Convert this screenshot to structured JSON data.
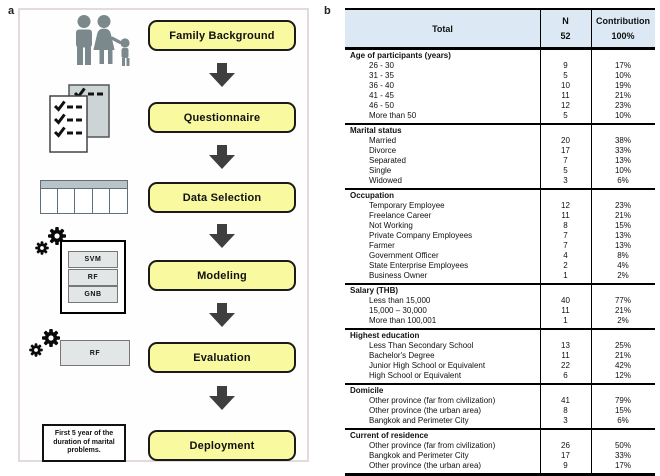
{
  "panels": {
    "a_label": "a",
    "b_label": "b"
  },
  "flowchart": {
    "steps": [
      "Family Background",
      "Questionnaire",
      "Data Selection",
      "Modeling",
      "Evaluation",
      "Deployment"
    ],
    "modeling_models": [
      "SVM",
      "RF",
      "GNB"
    ],
    "evaluation_model": "RF",
    "deployment_note": "First 5 year of the duration of marital problems.",
    "icon_names": [
      "family-icon",
      "questionnaire-checklist-icon",
      "data-table-icon",
      "gears-icon",
      "gears-icon",
      "note-box"
    ]
  },
  "table": {
    "header": {
      "total_label": "Total",
      "n_label": "N",
      "n_value": "52",
      "contribution_label": "Contribution",
      "contribution_value": "100%"
    },
    "sections": [
      {
        "title": "Age of participants (years)",
        "rows": [
          [
            "26 - 30",
            "9",
            "17%"
          ],
          [
            "31 - 35",
            "5",
            "10%"
          ],
          [
            "36 - 40",
            "10",
            "19%"
          ],
          [
            "41 - 45",
            "11",
            "21%"
          ],
          [
            "46 - 50",
            "12",
            "23%"
          ],
          [
            "More than 50",
            "5",
            "10%"
          ]
        ]
      },
      {
        "title": "Marital status",
        "rows": [
          [
            "Married",
            "20",
            "38%"
          ],
          [
            "Divorce",
            "17",
            "33%"
          ],
          [
            "Separated",
            "7",
            "13%"
          ],
          [
            "Single",
            "5",
            "10%"
          ],
          [
            "Widowed",
            "3",
            "6%"
          ]
        ]
      },
      {
        "title": "Occupation",
        "rows": [
          [
            "Temporary Employee",
            "12",
            "23%"
          ],
          [
            "Freelance Career",
            "11",
            "21%"
          ],
          [
            "Not Working",
            "8",
            "15%"
          ],
          [
            "Private Company Employees",
            "7",
            "13%"
          ],
          [
            "Farmer",
            "7",
            "13%"
          ],
          [
            "Government Officer",
            "4",
            "8%"
          ],
          [
            "State Enterprise Employees",
            "2",
            "4%"
          ],
          [
            "Business Owner",
            "1",
            "2%"
          ]
        ]
      },
      {
        "title": "Salary (THB)",
        "rows": [
          [
            "Less than 15,000",
            "40",
            "77%"
          ],
          [
            "15,000 – 30,000",
            "11",
            "21%"
          ],
          [
            "More than 100,001",
            "1",
            "2%"
          ]
        ]
      },
      {
        "title": "Highest education",
        "rows": [
          [
            "Less Than Secondary School",
            "13",
            "25%"
          ],
          [
            "Bachelor's Degree",
            "11",
            "21%"
          ],
          [
            "Junior High School or Equivalent",
            "22",
            "42%"
          ],
          [
            "High School or Equivalent",
            "6",
            "12%"
          ]
        ]
      },
      {
        "title": "Domicile",
        "rows": [
          [
            "Other province (far from civilization)",
            "41",
            "79%"
          ],
          [
            "Other province (the urban area)",
            "8",
            "15%"
          ],
          [
            "Bangkok and Perimeter City",
            "3",
            "6%"
          ]
        ]
      },
      {
        "title": "Current of residence",
        "rows": [
          [
            "Other province (far from civilization)",
            "26",
            "50%"
          ],
          [
            "Bangkok and Perimeter City",
            "17",
            "33%"
          ],
          [
            "Other province (the urban area)",
            "9",
            "17%"
          ]
        ]
      }
    ]
  },
  "colors": {
    "button_yellow": "#f9f9a0",
    "header_blue": "#dce9f5",
    "icon_gray": "#7c898c",
    "arrow_dark": "#3f3f3f"
  }
}
